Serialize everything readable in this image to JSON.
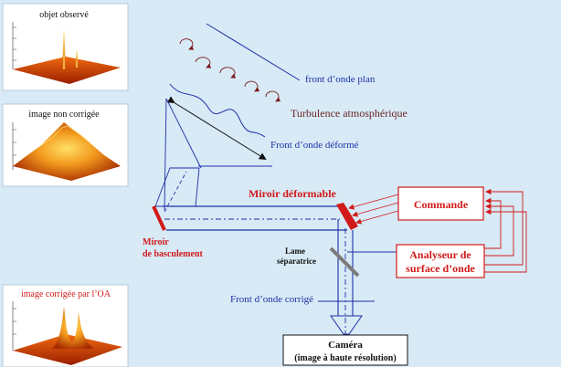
{
  "panels": {
    "observed": "objet observé",
    "uncorrected": "image non corrigée",
    "corrected": "image corrigée par l’OA"
  },
  "labels": {
    "plane_wavefront": "front d’onde plan",
    "turbulence": "Turbulence atmosphérique",
    "distorted_wavefront": "Front d’onde déformé",
    "deformable_mirror": "Miroir déformable",
    "tip_tilt_mirror_line1": "Miroir",
    "tip_tilt_mirror_line2": "de basculement",
    "beamsplitter_line1": "Lame",
    "beamsplitter_line2": "séparatrice",
    "corrected_wavefront": "Front d’onde corrigé",
    "command": "Commande",
    "analyzer_line1": "Analyseur de",
    "analyzer_line2": "surface d’onde",
    "camera_line1": "Caméra",
    "camera_line2": "(image à haute résolution)"
  },
  "colors": {
    "background": "#d7eaf6",
    "blue_ink": "#1f2fa6",
    "red_ink": "#d11a1a",
    "brown_text": "#6b2424",
    "box_fill": "#ffffff"
  }
}
